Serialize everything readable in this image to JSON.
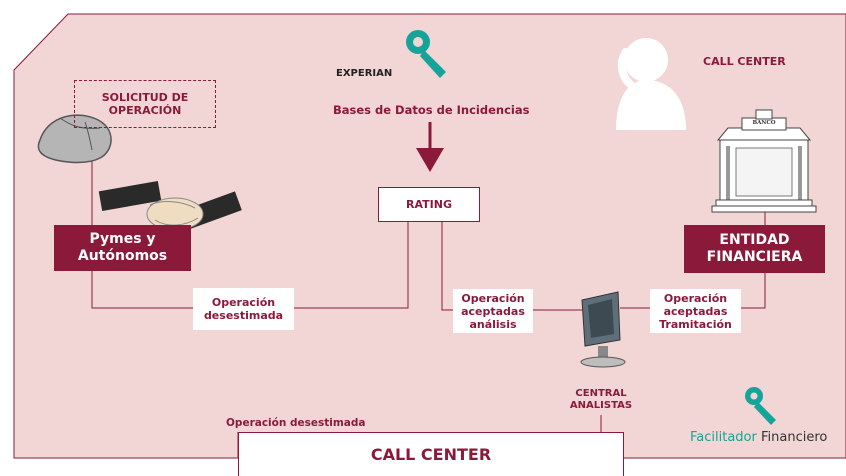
{
  "colors": {
    "background": "#f2d5d5",
    "maroon": "#8b1a3a",
    "teal": "#16a39a",
    "text_dark": "#222222"
  },
  "nodes": {
    "solicitud": "SOLICITUD DE\nOPERACIÓN",
    "experian": "EXPERIAN",
    "bases_datos": "Bases de Datos de Incidencias",
    "rating": "RATING",
    "call_center_top": "CALL CENTER",
    "pymes": "Pymes y\nAutónomos",
    "entidad": "ENTIDAD\nFINANCIERA",
    "banco_sign": "BANCO",
    "op_desestimada_mid": "Operación\ndesestimada",
    "op_aceptadas_analisis": "Operación\naceptadas\nanálisis",
    "op_aceptadas_tramitacion": "Operación\naceptadas\nTramitación",
    "central_analistas": "CENTRAL\nANALISTAS",
    "op_desestimada_bottom": "Operación desestimada",
    "call_center_bottom": "CALL CENTER"
  },
  "brand": {
    "word1": "Facilitador",
    "word2": "Financiero"
  },
  "icons": [
    "key-icon",
    "mouse-icon",
    "handshake-icon",
    "person-phone-icon",
    "bank-building-icon",
    "computer-monitor-icon",
    "arrow-down-icon"
  ]
}
